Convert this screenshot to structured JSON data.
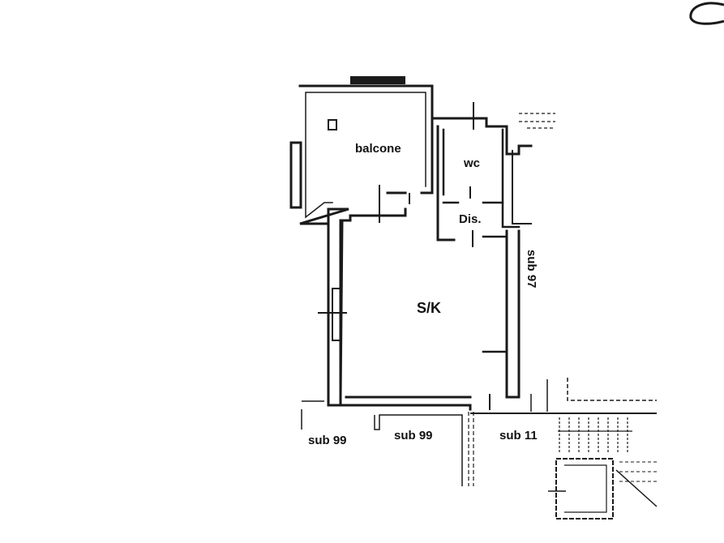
{
  "rooms": {
    "balcone": "balcone",
    "wc": "wc",
    "dis": "Dis.",
    "sk": "S/K"
  },
  "neighbors": {
    "sub99_left": "sub 99",
    "sub99_right": "sub 99",
    "sub11": "sub 11",
    "sub97": "sub 97"
  },
  "colors": {
    "ink": "#1a1a1a",
    "paper": "#ffffff"
  }
}
